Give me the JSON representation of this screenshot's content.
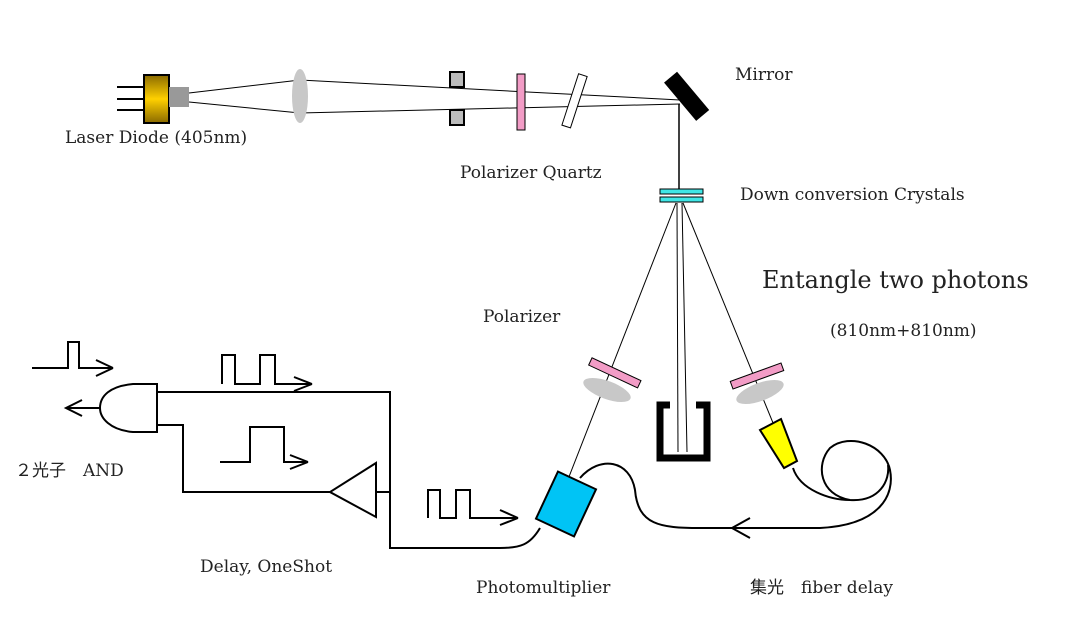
{
  "title": "Entangled photon pair experiment setup",
  "labels": {
    "laser": "Laser Diode (405nm)",
    "mirror": "Mirror",
    "polarizer_quartz": "Polarizer Quartz",
    "crystals": "Down conversion Crystals",
    "entangle": "Entangle two photons",
    "wavelengths": "(810nm+810nm)",
    "polarizer": "Polarizer",
    "and_gate": "２光子　AND",
    "delay": "Delay, OneShot",
    "pmt": "Photomultiplier",
    "fiber": "集光　fiber delay"
  },
  "colors": {
    "laser_body": "#e0b000",
    "lens": "#c8c8c8",
    "polarizer": "#f29cc6",
    "crystal": "#3fe6e6",
    "pmt": "#00c4f5",
    "collector": "#ffff00"
  }
}
